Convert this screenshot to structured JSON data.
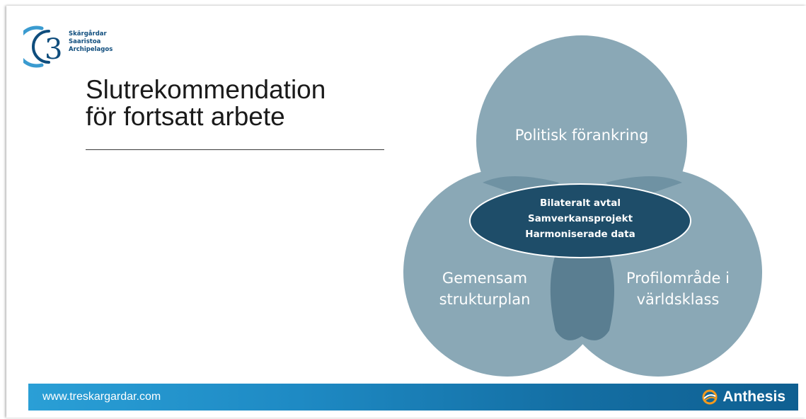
{
  "logo": {
    "numeral": "3",
    "lines": [
      "Skärgårdar",
      "Saaristoa",
      "Archipelagos"
    ]
  },
  "title": {
    "line1": "Slutrekommendation",
    "line2": "för fortsatt arbete"
  },
  "venn": {
    "top": "Politisk förankring",
    "left": [
      "Gemensam",
      "strukturplan"
    ],
    "right": [
      "Profilområde i",
      "världsklass"
    ],
    "center": [
      "Bilateralt avtal",
      "Samverkansprojekt",
      "Harmoniserade data"
    ]
  },
  "footer": {
    "url": "www.treskargardar.com",
    "brand": "Anthesis"
  },
  "colors": {
    "circle": "#8aa8b6",
    "overlap": "#5a7e91",
    "center": "#1e4d69",
    "footer_start": "#2a9fd6",
    "footer_end": "#0f5f91",
    "logo": "#0f4d7d",
    "brand_icon": "#f39a1e"
  }
}
